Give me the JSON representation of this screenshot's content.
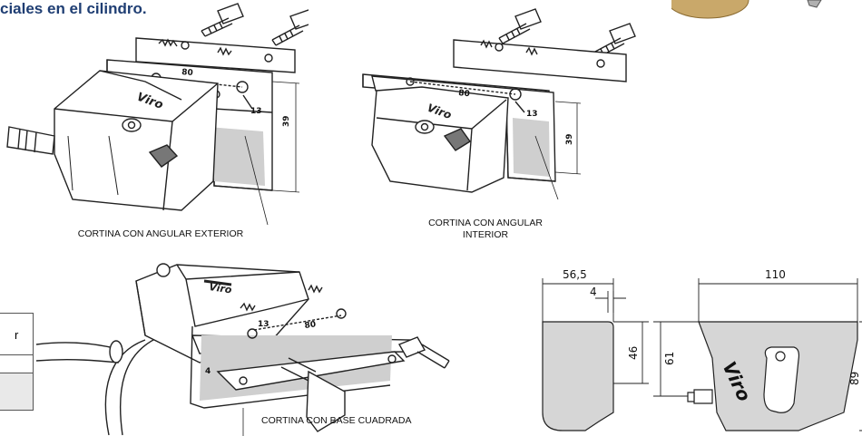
{
  "heading": "ciales en el cilindro.",
  "captions": {
    "exterior": "CORTINA CON ANGULAR EXTERIOR",
    "interior_line1": "CORTINA CON ANGULAR",
    "interior_line2": "INTERIOR",
    "base": "CORTINA CON BASE CUADRADA"
  },
  "dims_exterior": {
    "length": "80",
    "hole": "13",
    "height": "39"
  },
  "dims_interior": {
    "length": "80",
    "hole": "13",
    "height": "39"
  },
  "dims_base": {
    "length": "80",
    "hole": "13",
    "small": "4"
  },
  "profile_side": {
    "width": "56,5",
    "gap": "4",
    "height": "46"
  },
  "profile_front": {
    "width": "110",
    "inner_height": "61",
    "height": "89"
  },
  "logo_text": "Viro",
  "side_box_label": "r",
  "colors": {
    "heading": "#1f3e73",
    "line": "#222222",
    "plate": "#d6d6d6",
    "body": "#e4e4e4"
  }
}
